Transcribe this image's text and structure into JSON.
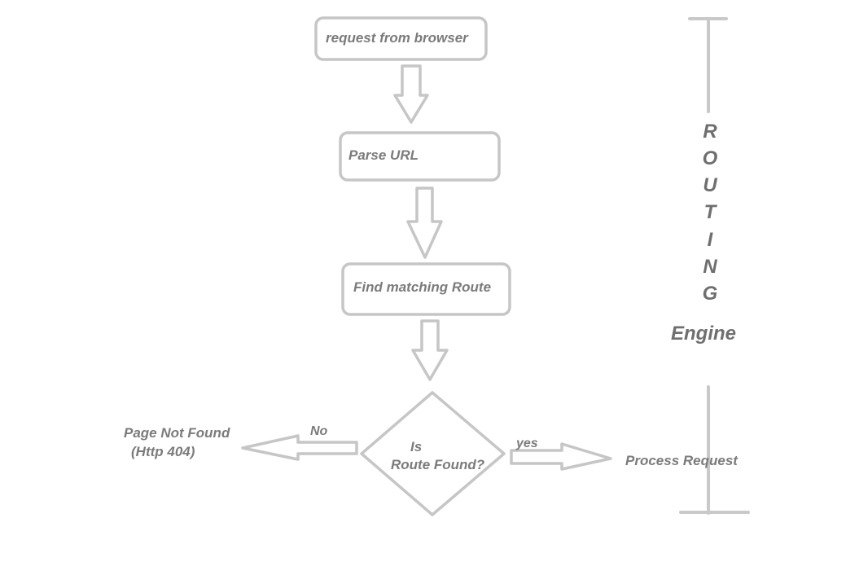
{
  "nodes": {
    "request": "request from browser",
    "parse": "Parse URL",
    "find": "Find matching Route",
    "decision_line1": "Is",
    "decision_line2": "Route Found?",
    "not_found_line1": "Page Not Found",
    "not_found_line2": "(Http 404)",
    "process": "Process Request"
  },
  "edges": {
    "no_label": "No",
    "yes_label": "yes"
  },
  "side_label": {
    "letters": [
      "R",
      "O",
      "U",
      "T",
      "I",
      "N",
      "G"
    ],
    "engine": "Engine"
  },
  "colors": {
    "stroke": "#c4c4c4",
    "text": "#7b7b7b",
    "side_text": "#6f6f6f"
  }
}
